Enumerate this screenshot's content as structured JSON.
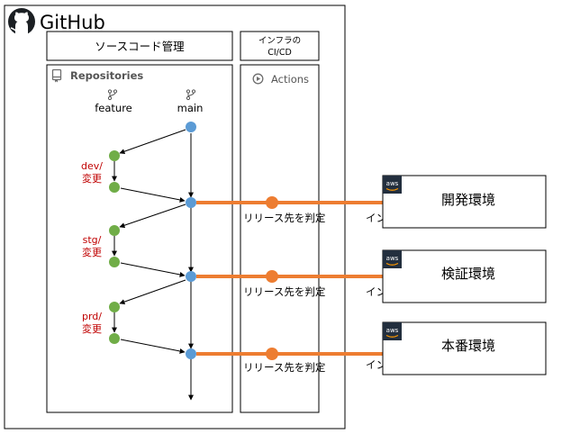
{
  "github": {
    "title": "GitHub",
    "scm_header": "ソースコード管理",
    "infra_header_line1": "インフラの",
    "infra_header_line2": "CI/CD",
    "repositories_label": "Repositories",
    "actions_label": "Actions"
  },
  "branches": {
    "feature": "feature",
    "main": "main"
  },
  "changes": [
    {
      "line1": "dev/",
      "line2": "変更"
    },
    {
      "line1": "stg/",
      "line2": "変更"
    },
    {
      "line1": "prd/",
      "line2": "変更"
    }
  ],
  "release_step": {
    "decision_label": "リリース先を判定",
    "infra_release_label": "インフラリリース"
  },
  "environments": [
    {
      "aws_label": "aws",
      "name": "開発環境"
    },
    {
      "aws_label": "aws",
      "name": "検証環境"
    },
    {
      "aws_label": "aws",
      "name": "本番環境"
    }
  ],
  "colors": {
    "main_node": "#5b9bd5",
    "feature_node": "#70ad47",
    "release_arrow": "#ed7d31",
    "change_text": "#c00000",
    "aws_badge": "#232f3e",
    "icon_gray": "#6e6e6e"
  }
}
